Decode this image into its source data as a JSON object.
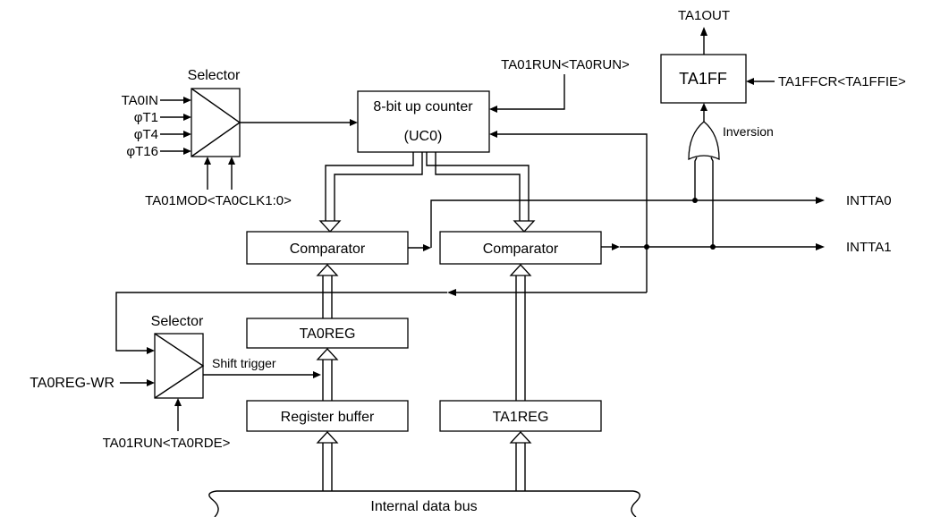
{
  "blocks": {
    "selector_top": "Selector",
    "selector_bottom": "Selector",
    "counter_line1": "8-bit up counter",
    "counter_line2": "(UC0)",
    "comparator0": "Comparator",
    "comparator1": "Comparator",
    "ta0reg": "TA0REG",
    "register_buffer": "Register buffer",
    "ta1reg": "TA1REG",
    "ta1ff": "TA1FF"
  },
  "clock_inputs": [
    "TA0IN",
    "φT1",
    "φT4",
    "φT16"
  ],
  "signals": {
    "ta0clk": "TA01MOD<TA0CLK1:0>",
    "ta0run": "TA01RUN<TA0RUN>",
    "ta1ffie": "TA1FFCR<TA1FFIE>",
    "ta1out": "TA1OUT",
    "inversion": "Inversion",
    "intta0": "INTTA0",
    "intta1": "INTTA1",
    "ta0reg_wr": "TA0REG-WR",
    "shift_trigger": "Shift trigger",
    "ta0rde": "TA01RUN<TA0RDE>",
    "internal_bus": "Internal data bus"
  }
}
